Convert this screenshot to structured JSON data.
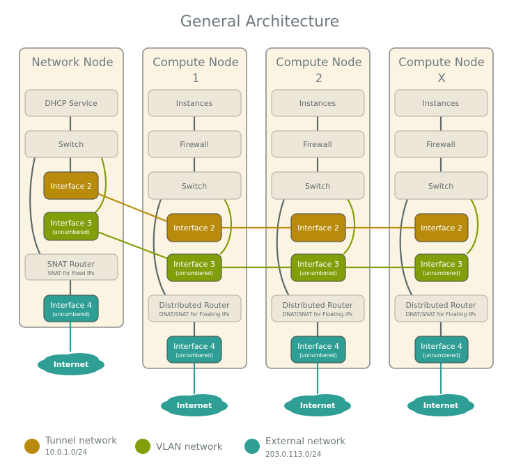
{
  "title": "General Architecture",
  "colors": {
    "tunnel": "#b98b0c",
    "vlan": "#819f0a",
    "external": "#2f9f95",
    "panel": "#fcf4e2",
    "box": "#ede7d9"
  },
  "nodes": [
    {
      "title_lines": [
        "Network Node"
      ],
      "boxes": [
        "DHCP Service",
        "Switch",
        "Interface 2",
        "Interface 3",
        "SNAT Router",
        "Interface 4"
      ],
      "subs": {
        "if3": "(unnumbered)",
        "router": "SNAT for Fixed IPs",
        "if4": "(unnumbered)"
      }
    },
    {
      "title_lines": [
        "Compute Node",
        "1"
      ],
      "boxes": [
        "Instances",
        "Firewall",
        "Switch",
        "Interface 2",
        "Interface 3",
        "Distributed Router",
        "Interface 4"
      ],
      "subs": {
        "if3": "(unnumbered)",
        "router": "DNAT/SNAT for Floating IPs",
        "if4": "(unnumbered)"
      }
    },
    {
      "title_lines": [
        "Compute Node",
        "2"
      ],
      "boxes": [
        "Instances",
        "Firewall",
        "Switch",
        "Interface 2",
        "Interface 3",
        "Distributed Router",
        "Interface 4"
      ],
      "subs": {
        "if3": "(unnumbered)",
        "router": "DNAT/SNAT for Floating IPs",
        "if4": "(unnumbered)"
      }
    },
    {
      "title_lines": [
        "Compute Node",
        "X"
      ],
      "boxes": [
        "Instances",
        "Firewall",
        "Switch",
        "Interface 2",
        "Interface 3",
        "Distributed Router",
        "Interface 4"
      ],
      "subs": {
        "if3": "(unnumbered)",
        "router": "DNAT/SNAT for Floating IPs",
        "if4": "(unnumbered)"
      }
    }
  ],
  "cloud_label": "Internet",
  "legend": [
    {
      "name": "Tunnel network",
      "sub": "10.0.1.0/24",
      "color_key": "tunnel"
    },
    {
      "name": "VLAN network",
      "sub": "",
      "color_key": "vlan"
    },
    {
      "name": "External network",
      "sub": "203.0.113.0/24",
      "color_key": "external"
    }
  ]
}
